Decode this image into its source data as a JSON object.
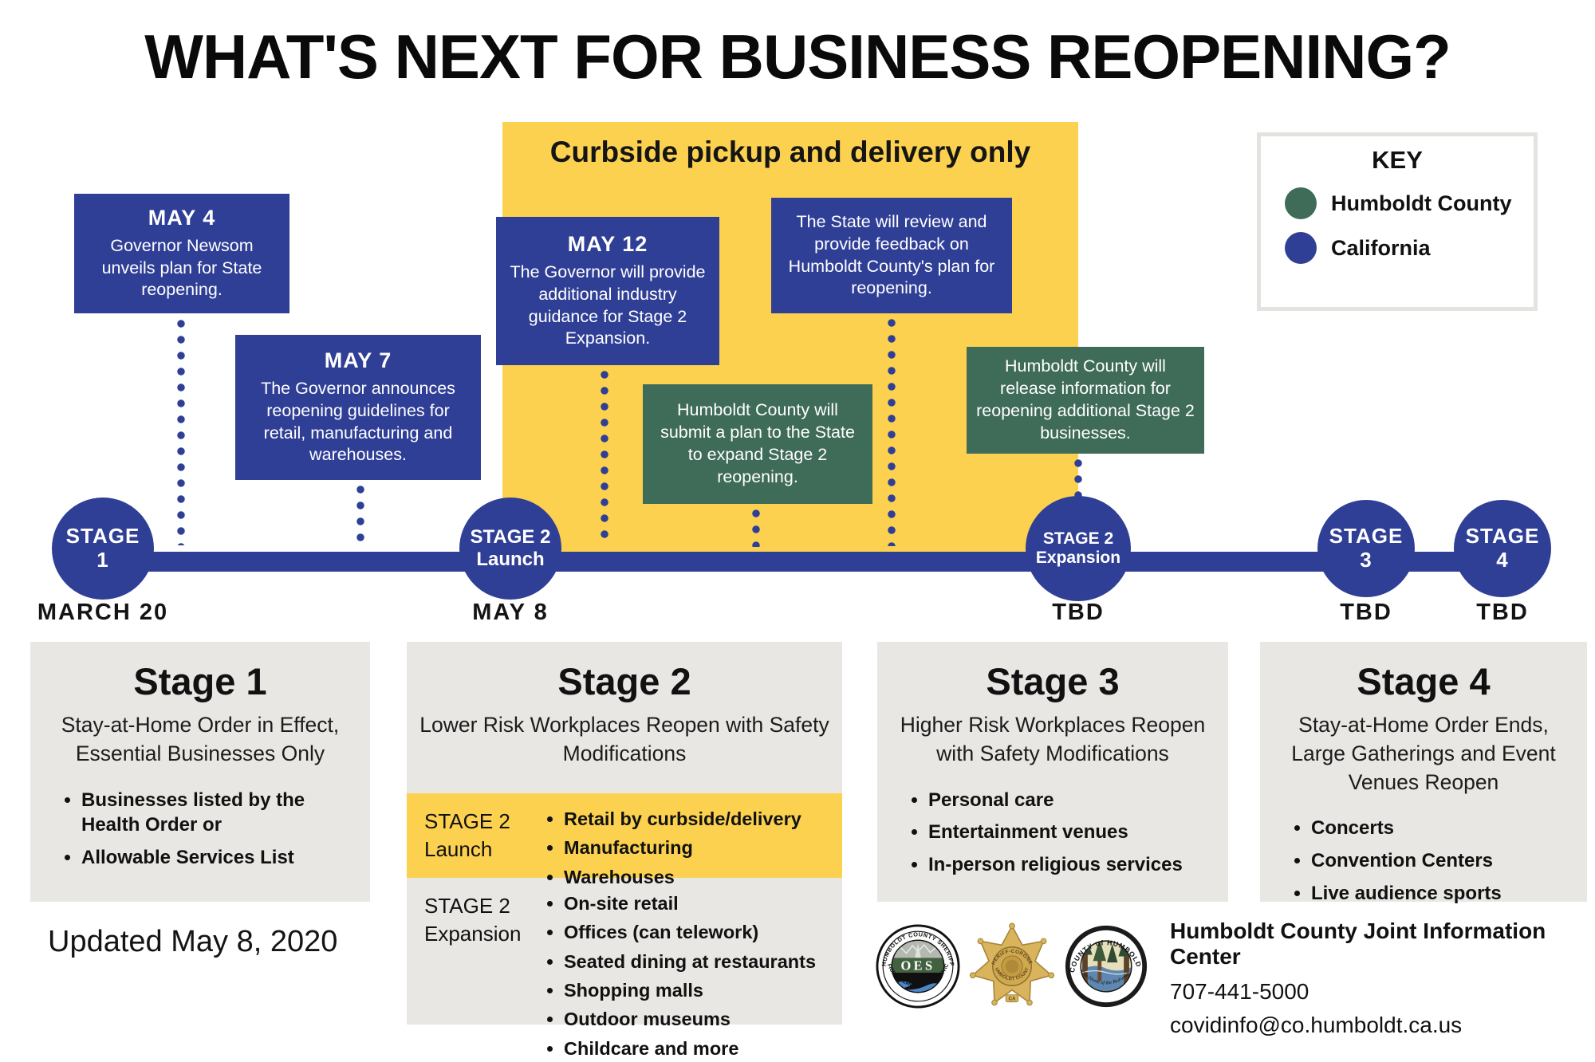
{
  "title": "WHAT'S NEXT FOR BUSINESS REOPENING?",
  "banner": {
    "text": "Curbside pickup and delivery only"
  },
  "key": {
    "title": "KEY",
    "items": [
      {
        "label": "Humboldt County",
        "color": "#3F6B59"
      },
      {
        "label": "California",
        "color": "#303F96"
      }
    ]
  },
  "callouts": {
    "may4": {
      "date": "MAY 4",
      "text": "Governor Newsom unveils plan for State reopening."
    },
    "may7": {
      "date": "MAY 7",
      "text": "The Governor announces reopening guidelines for retail, manufacturing and warehouses."
    },
    "may12": {
      "date": "MAY 12",
      "text": "The Governor will provide additional industry guidance for Stage 2 Expansion."
    },
    "state_review": {
      "text": "The State will review and provide feedback on Humboldt County's plan for reopening."
    },
    "county_submit": {
      "text": "Humboldt County will submit a plan to the State to expand Stage 2 reopening."
    },
    "county_release": {
      "text": "Humboldt County will release information for reopening additional Stage 2 businesses."
    }
  },
  "timeline": {
    "milestones": [
      {
        "line1": "STAGE",
        "line2": "1",
        "date": "MARCH 20"
      },
      {
        "line1": "STAGE 2",
        "line2": "Launch",
        "date": "MAY 8"
      },
      {
        "line1": "STAGE 2",
        "line2": "Expansion",
        "date": "TBD"
      },
      {
        "line1": "STAGE",
        "line2": "3",
        "date": "TBD"
      },
      {
        "line1": "STAGE",
        "line2": "4",
        "date": "TBD"
      }
    ]
  },
  "stages": {
    "stage1": {
      "title": "Stage 1",
      "subtitle": "Stay-at-Home Order in Effect, Essential Businesses Only",
      "bullets": [
        "Businesses listed by the Health Order or",
        "Allowable Services List"
      ]
    },
    "stage2": {
      "title": "Stage 2",
      "subtitle": "Lower Risk Workplaces Reopen with Safety Modifications",
      "launch_label_line1": "STAGE 2",
      "launch_label_line2": "Launch",
      "launch_bullets": [
        "Retail by curbside/delivery",
        "Manufacturing",
        "Warehouses"
      ],
      "expansion_label_line1": "STAGE 2",
      "expansion_label_line2": "Expansion",
      "expansion_bullets": [
        "On-site retail",
        "Offices (can telework)",
        "Seated dining at restaurants",
        "Shopping malls",
        "Outdoor museums",
        "Childcare and more"
      ]
    },
    "stage3": {
      "title": "Stage 3",
      "subtitle": "Higher Risk Workplaces Reopen with Safety Modifications",
      "bullets": [
        "Personal care",
        "Entertainment venues",
        "In-person religious services"
      ]
    },
    "stage4": {
      "title": "Stage 4",
      "subtitle": "Stay-at-Home Order Ends, Large Gatherings and Event Venues Reopen",
      "bullets": [
        "Concerts",
        "Convention Centers",
        "Live audience sports"
      ]
    }
  },
  "footer": {
    "updated": "Updated May 8, 2020",
    "org": "Humboldt County Joint Information Center",
    "phone": "707-441-5000",
    "email": "covidinfo@co.humboldt.ca.us"
  },
  "logos": {
    "oes_center": "OES",
    "oes_ring_top": "HUMBOLDT COUNTY SHERIFF",
    "oes_ring_bottom": "OFFICE OF EMERGENCY SERVICES",
    "star_top": "SHERIFF-CORONER",
    "star_bottom": "HUMBOLDT COUNTY",
    "star_state": "CA",
    "seal_top": "COUNTY of HUMBOLDT",
    "seal_bottom": "The Home of the Redwoods"
  },
  "colors": {
    "california_blue": "#303F96",
    "humboldt_green": "#3F6B59",
    "highlight_yellow": "#FBD14F",
    "panel_gray": "#E9E7E4"
  }
}
